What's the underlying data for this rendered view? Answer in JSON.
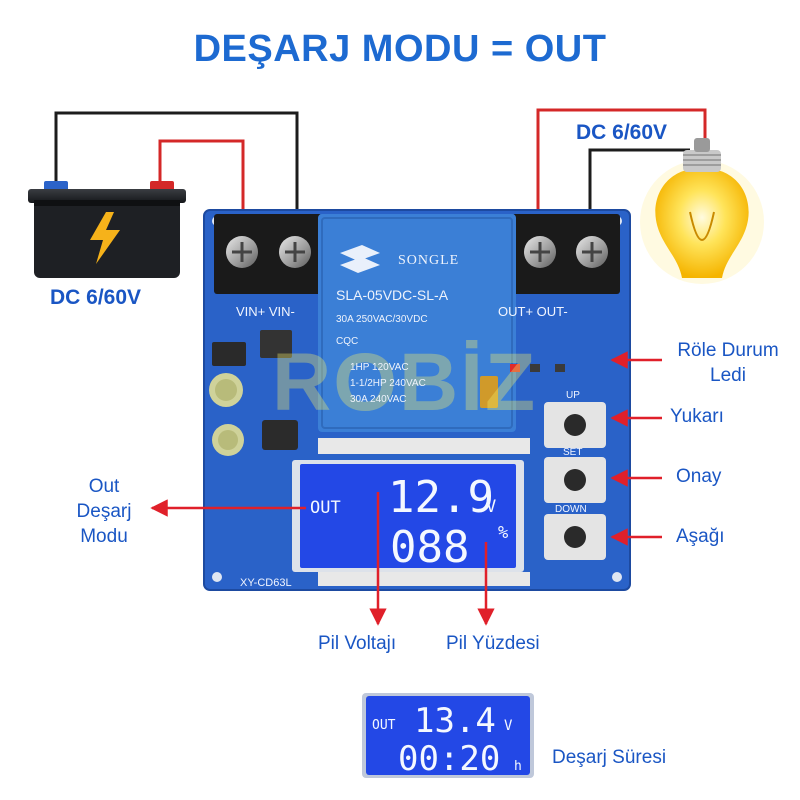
{
  "title": "DEŞARJ MODU = OUT",
  "labels": {
    "dc_left": "DC 6/60V",
    "dc_right": "DC 6/60V",
    "role_durum_1": "Röle Durum",
    "role_durum_2": "Ledi",
    "yukari": "Yukarı",
    "onay": "Onay",
    "asagi": "Aşağı",
    "out_desarj_1": "Out",
    "out_desarj_2": "Deşarj",
    "out_desarj_3": "Modu",
    "pil_voltaji": "Pil Voltajı",
    "pil_yuzdesi": "Pil Yüzdesi",
    "desarj_suresi": "Deşarj Süresi"
  },
  "board": {
    "model": "XY-CD63L",
    "vin_label": "VIN+ VIN-",
    "out_label": "OUT+ OUT-",
    "btn_up": "UP",
    "btn_set": "SET",
    "btn_down": "DOWN",
    "watermark": "ROBİZ"
  },
  "relay": {
    "brand": "SONGLE",
    "model": "SLA-05VDC-SL-A",
    "rating1": "30A  250VAC/30VDC",
    "rating2": "1HP 120VAC",
    "rating3": "1-1/2HP 240VAC",
    "rating4": "30A  240VAC",
    "cert": "CQC"
  },
  "lcd_main": {
    "mode": "OUT",
    "voltage": "12.9",
    "voltage_unit": "V",
    "percent": "088",
    "percent_unit": "%"
  },
  "lcd_small": {
    "mode": "OUT",
    "voltage": "13.4",
    "voltage_unit": "V",
    "time": "00:20",
    "time_unit": "h"
  },
  "colors": {
    "title_blue": "#1d6ad1",
    "label_blue": "#1a56c4",
    "arrow_red": "#e0202a",
    "pcb_blue": "#2a62c8",
    "lcd_blue": "#2348e6",
    "relay_blue": "#3b7fd6"
  }
}
